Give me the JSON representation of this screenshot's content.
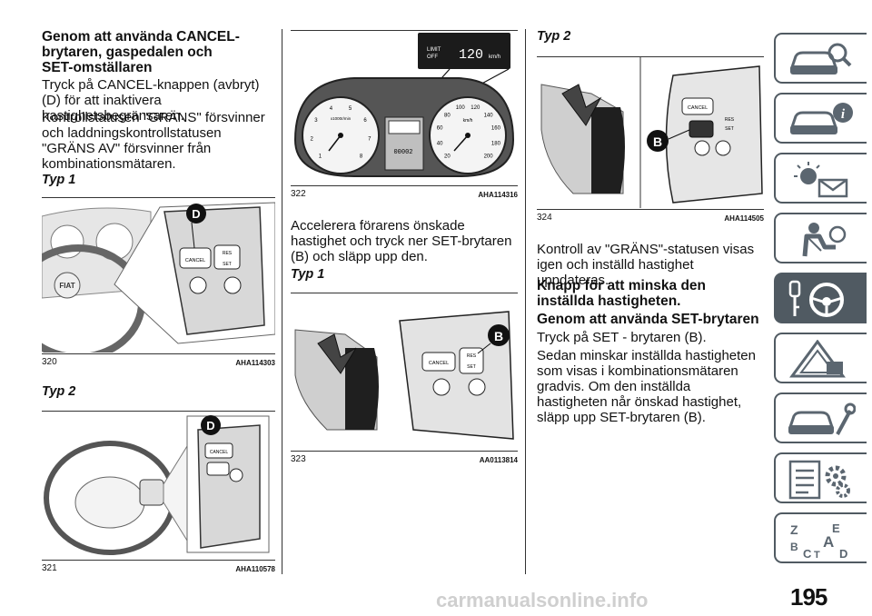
{
  "col1": {
    "heading": "Genom att använda CANCEL-brytaren, gaspedalen och SET-omställaren",
    "p1": "Tryck på CANCEL-knappen (avbryt) (D) för att inaktivera hastighetsbegränsaren.",
    "p2": "Kontrollstatusen \"GRÄNS\" försvinner och laddningskontrollstatusen \"GRÄNS AV\" försvinner från kombinationsmätaren.",
    "typ1": "Typ 1",
    "fig320": {
      "num": "320",
      "code": "AHA114303",
      "label_d": "D",
      "btn_cancel": "CANCEL",
      "btn_res": "RES",
      "btn_set": "SET",
      "logo": "FIAT"
    },
    "typ2": "Typ 2",
    "fig321": {
      "num": "321",
      "code": "AHA110578",
      "label_d": "D",
      "btn_cancel": "CANCEL"
    }
  },
  "col2": {
    "fig322": {
      "num": "322",
      "code": "AHA114316",
      "limit": "LIMIT",
      "off": "OFF",
      "speed": "120",
      "unit": "km/h",
      "tach_ticks": [
        "1",
        "2",
        "3",
        "4",
        "5",
        "6",
        "7",
        "8"
      ],
      "tach_unit": "x1000r/min",
      "speedo_ticks": [
        "20",
        "40",
        "60",
        "80",
        "100",
        "120",
        "140",
        "160",
        "180",
        "200"
      ],
      "speedo_unit": "km/h",
      "odo": "00002"
    },
    "p1": "Accelerera förarens önskade hastighet och tryck ner SET-brytaren (B) och släpp upp den.",
    "typ1": "Typ 1",
    "fig323": {
      "num": "323",
      "code": "AA0113814",
      "label_b": "B",
      "btn_cancel": "CANCEL",
      "btn_res": "RES",
      "btn_set": "SET"
    }
  },
  "col3": {
    "typ2": "Typ 2",
    "fig324": {
      "num": "324",
      "code": "AHA114505",
      "label_b": "B",
      "btn_cancel": "CANCEL",
      "btn_res": "RES",
      "btn_set": "SET"
    },
    "p1": "Kontroll av \"GRÄNS\"-statusen visas igen och inställd hastighet uppdateras.",
    "h2": "Knapp för att minska den inställda hastigheten.",
    "h3": "Genom att använda SET-brytaren",
    "p2": "Tryck på SET - brytaren (B).",
    "p3": "Sedan minskar inställda hastigheten som visas i kombinationsmätaren gradvis. Om den inställda hastigheten når önskad hastighet, släpp upp SET-brytaren (B)."
  },
  "page_number": "195",
  "watermark": "carmanualsonline.info",
  "sidebar": {
    "tabs": [
      {
        "icon": "car-search-icon",
        "active": false
      },
      {
        "icon": "car-info-icon",
        "active": false
      },
      {
        "icon": "warning-light-message-icon",
        "active": false
      },
      {
        "icon": "seatbelt-airbag-icon",
        "active": false
      },
      {
        "icon": "key-steering-wheel-icon",
        "active": true
      },
      {
        "icon": "warning-triangle-icon",
        "active": false
      },
      {
        "icon": "car-service-wrench-icon",
        "active": false
      },
      {
        "icon": "specifications-gear-icon",
        "active": false
      },
      {
        "icon": "alphabetical-index-icon",
        "active": false
      }
    ],
    "index_letters": [
      "Z",
      "E",
      "A",
      "B",
      "C",
      "T",
      "D"
    ]
  },
  "colors": {
    "tab_dark": "#505a62",
    "tab_icon": "#5b6670",
    "figure_bg": "#ffffff"
  }
}
